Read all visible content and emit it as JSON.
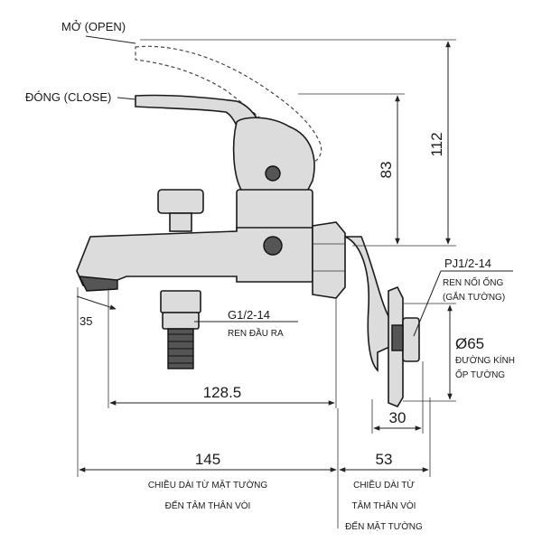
{
  "labels": {
    "open": "MỞ (OPEN)",
    "close": "ĐÓNG (CLOSE)",
    "outlet_thread": "G1/2-14",
    "outlet_thread_desc": "REN ĐẦU RA",
    "pipe_thread": "PJ1/2-14",
    "pipe_thread_desc_1": "REN NỐI ỐNG",
    "pipe_thread_desc_2": "(GẮN TƯỜNG)",
    "cover_dia": "Ø65",
    "cover_desc_1": "ĐƯỜNG KÍNH",
    "cover_desc_2": "ỐP TƯỜNG",
    "left_desc_1": "CHIỀU DÀI TỪ MẶT TƯỜNG",
    "left_desc_2": "ĐẾN TÂM THÂN VÒI",
    "right_desc_1": "CHIỀU DÀI TỪ",
    "right_desc_2": "TÂM THÂN VÒI",
    "right_desc_3": "ĐẾN MẶT TƯỜNG"
  },
  "dimensions": {
    "d112": "112",
    "d83": "83",
    "d35": "35",
    "d128_5": "128.5",
    "d145": "145",
    "d53": "53",
    "d30": "30"
  }
}
